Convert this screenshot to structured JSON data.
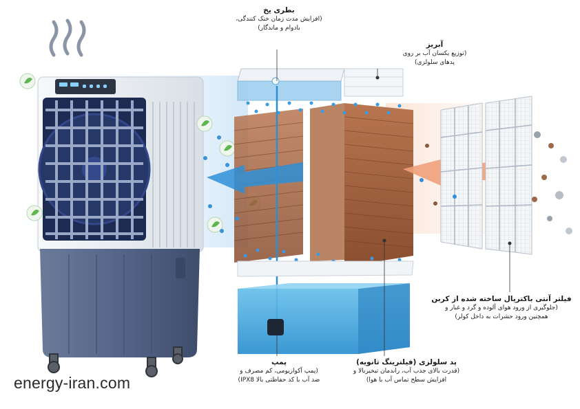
{
  "brand": "energy-iran.com",
  "colors": {
    "body": "#e9edf1",
    "base": "#4f5f7e",
    "water": "#3fa8dc",
    "pad": "#9c5a38",
    "arrow": "#2f8fd8",
    "dirty_arrow": "#f0a07a"
  },
  "labels": {
    "ice": {
      "title": "بطری یخ",
      "desc1": "(افزایش مدت زمان خنک کنندگی،",
      "desc2": "بادوام و ماندگار)"
    },
    "sprinkler": {
      "title": "آبریز",
      "desc1": "(توزیع یکسان آب بر روی",
      "desc2": "پدهای سلولزی)"
    },
    "filter": {
      "title": "فیلتر آنتی باکتریال ساخته شده از کربن",
      "desc1": "(جلوگیری از ورود هوای آلوده و گرد و غبار و",
      "desc2": "همچنین ورود حشرات به داخل کولر)"
    },
    "pump": {
      "title": "پمپ",
      "desc1": "(پمپ آکواریومی، کم مصرف و",
      "desc2": "ضد آب با کد حفاظتی بالا IPX8)"
    },
    "pad": {
      "title": "پد سلولزی (فیلترینگ ثانویه)",
      "desc1": "(قدرت بالای جذب آب، راندمان تبخیربالا و",
      "desc2": "افزایش سطح تماس آب با هوا)"
    }
  }
}
